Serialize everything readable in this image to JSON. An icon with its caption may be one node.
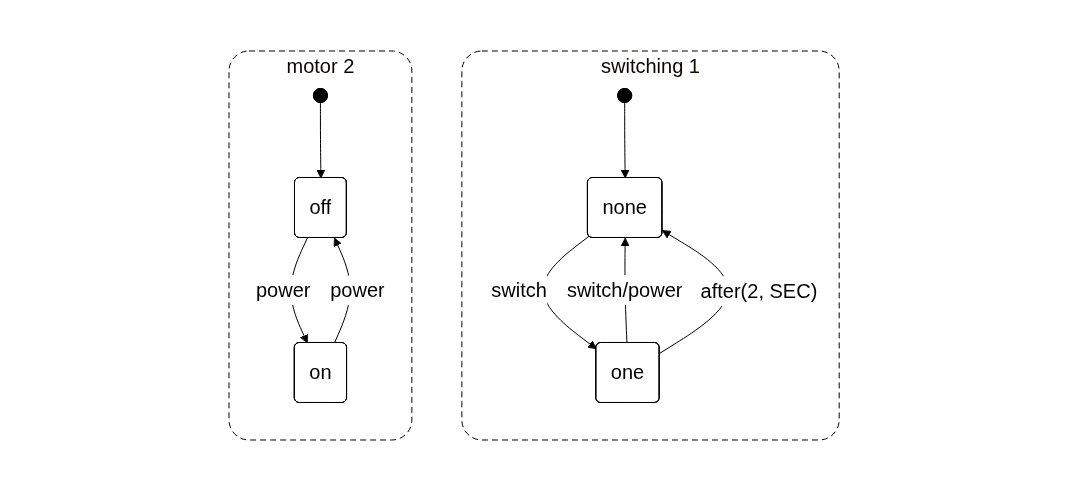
{
  "diagram": {
    "nodes": [
      {
        "text": [
          "switching",
          "1"
        ]
      },
      {
        "text": [],
        "shape": "circle",
        "in": 0
      },
      {
        "text": [
          "none"
        ],
        "in": 0
      },
      {
        "text": [
          "one"
        ],
        "in": 0
      },
      {
        "text": [
          "motor",
          "2"
        ]
      },
      {
        "text": [],
        "shape": "circle",
        "in": 4
      },
      {
        "text": [
          "off"
        ],
        "in": 4
      },
      {
        "text": [
          "on"
        ],
        "in": 4
      }
    ],
    "edges": [
      {
        "from": 1,
        "to": 2,
        "arrow": "to"
      },
      {
        "from": 2,
        "to": 3,
        "arrow": "to",
        "label": "switch"
      },
      {
        "from": 3,
        "to": 2,
        "arrow": "to",
        "label": "switch/power"
      },
      {
        "from": 3,
        "to": 2,
        "arrow": "to",
        "label": "after(2, SEC)"
      },
      {
        "from": 5,
        "to": 6,
        "arrow": "to"
      },
      {
        "from": 6,
        "to": 7,
        "arrow": "to",
        "label": "power"
      },
      {
        "from": 7,
        "to": 6,
        "arrow": "to",
        "label": "power"
      }
    ]
  }
}
